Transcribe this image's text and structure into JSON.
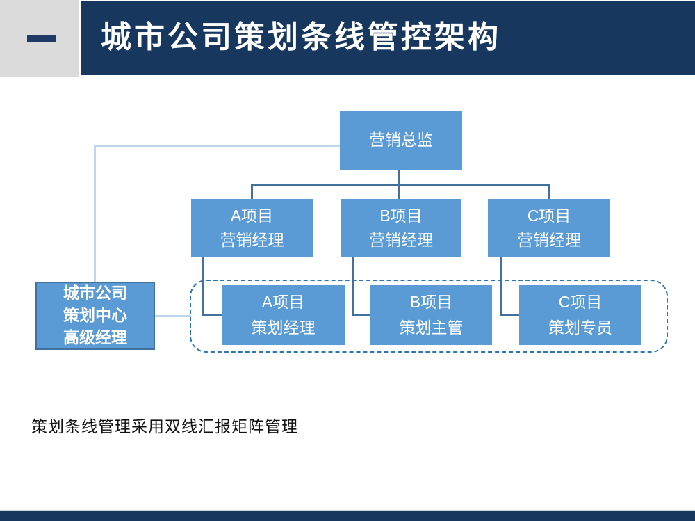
{
  "header": {
    "title": "城市公司策划条线管控架构"
  },
  "chart": {
    "type": "org-chart",
    "director": {
      "label": "营销总监"
    },
    "row2": [
      {
        "line1": "A项目",
        "line2": "营销经理"
      },
      {
        "line1": "B项目",
        "line2": "营销经理"
      },
      {
        "line1": "C项目",
        "line2": "营销经理"
      }
    ],
    "row3": [
      {
        "line1": "A项目",
        "line2": "策划经理"
      },
      {
        "line1": "B项目",
        "line2": "策划主管"
      },
      {
        "line1": "C项目",
        "line2": "策划专员"
      }
    ],
    "left_box": {
      "line1": "城市公司",
      "line2": "策划中心",
      "line3": "高级经理"
    }
  },
  "caption": "策划条线管理采用双线汇报矩阵管理",
  "colors": {
    "node_fill": "#5B9BD5",
    "connector_dark": "#41719C",
    "connector_light": "#BDD7EE",
    "dashed_outline": "#2E75B6",
    "header_navy": "#17375E",
    "section_gray": "#DBDBDB",
    "caption_text": "#111111"
  }
}
